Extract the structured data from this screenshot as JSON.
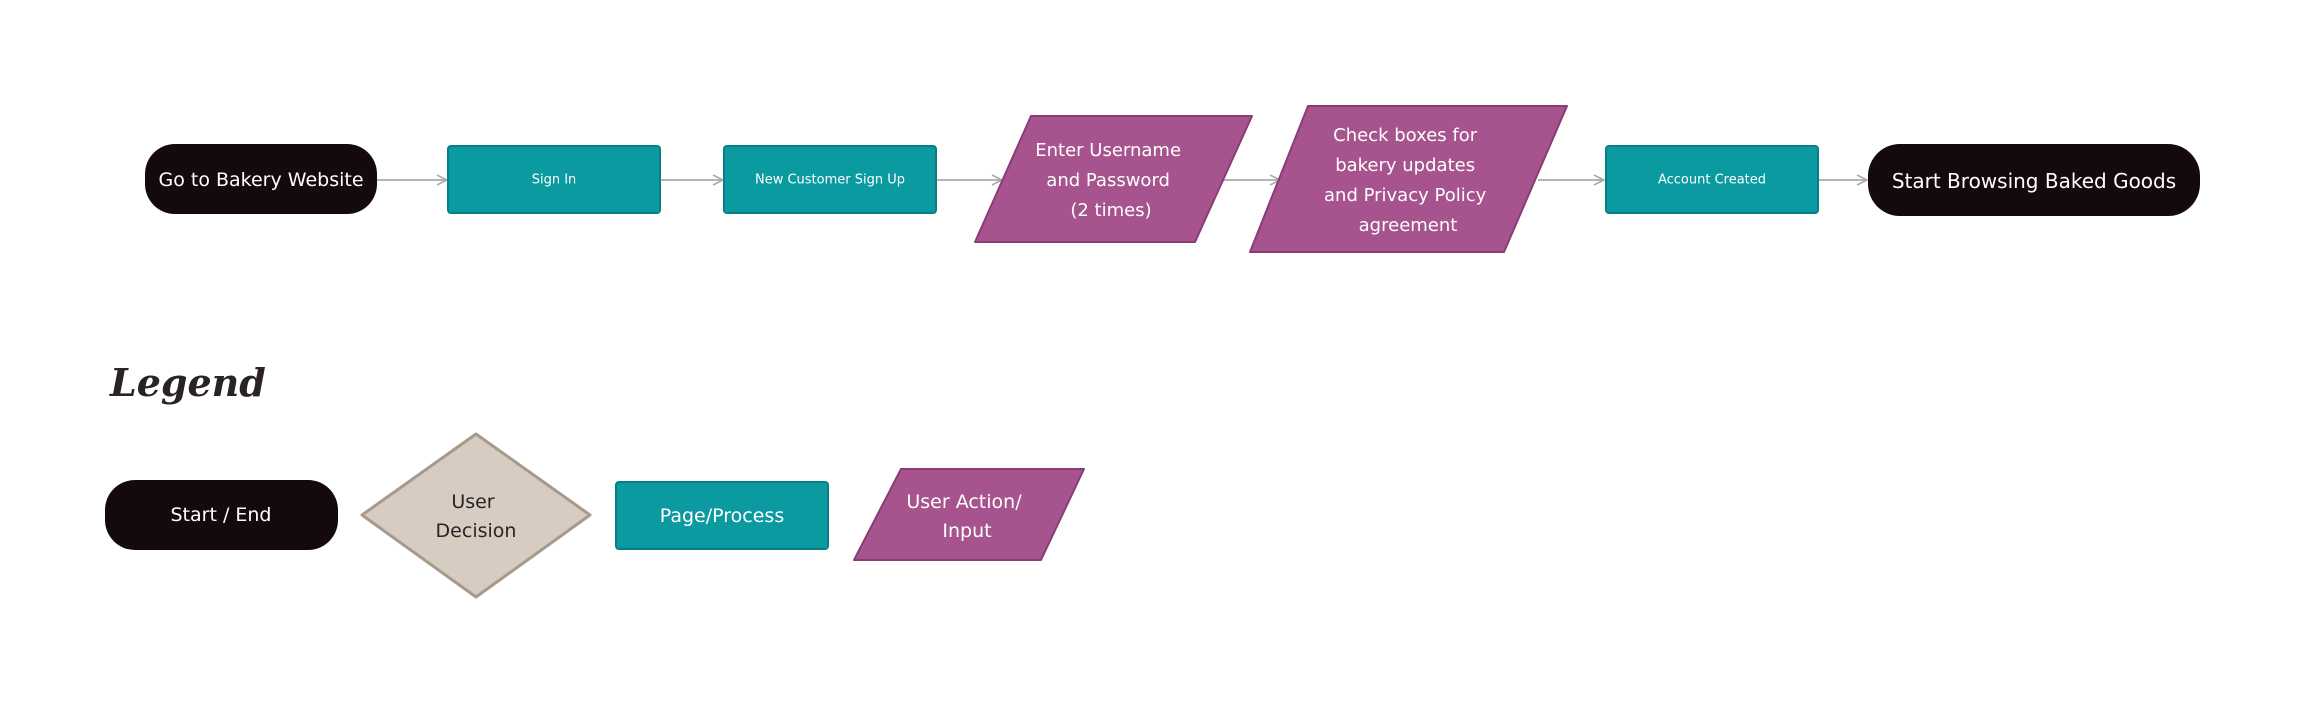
{
  "flow": {
    "start": "Go to Bakery Website",
    "sign_in": "Sign In",
    "new_customer": "New Customer Sign Up",
    "enter_credentials": [
      "Enter Username",
      "and Password",
      "(2 times)"
    ],
    "checkboxes": [
      "Check boxes for",
      "bakery updates",
      "and Privacy Policy",
      "agreement"
    ],
    "account_created": "Account Created",
    "end": "Start Browsing Baked Goods"
  },
  "legend": {
    "title": "Legend",
    "start_end": "Start / End",
    "decision": [
      "User",
      "Decision"
    ],
    "page_process": "Page/Process",
    "user_action": [
      "User Action/",
      "Input"
    ]
  },
  "colors": {
    "terminal": "#140a0d",
    "process": "#0a9aa0",
    "input": "#a6538e",
    "decision": "#d6ccc2",
    "connector": "#aaaaaa"
  },
  "icons": {
    "connector": "arrow-right-icon"
  }
}
